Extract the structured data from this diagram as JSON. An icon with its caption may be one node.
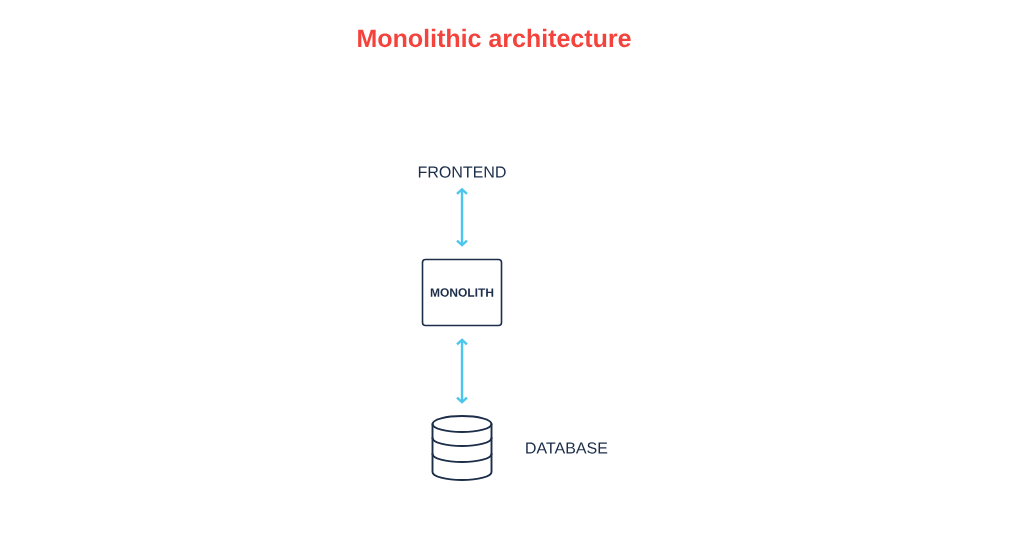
{
  "diagram": {
    "title": "Monolithic architecture",
    "nodes": [
      {
        "text": [
          "FRONTEND"
        ]
      },
      {
        "text": [
          "MONOLITH"
        ]
      },
      {
        "text": [],
        "shape": "cylinder",
        "beside": [
          "DATABASE"
        ]
      }
    ],
    "edges": [
      {
        "from": 0,
        "to": 1,
        "arrow": "both"
      },
      {
        "from": 1,
        "to": 2,
        "arrow": "both"
      }
    ]
  }
}
